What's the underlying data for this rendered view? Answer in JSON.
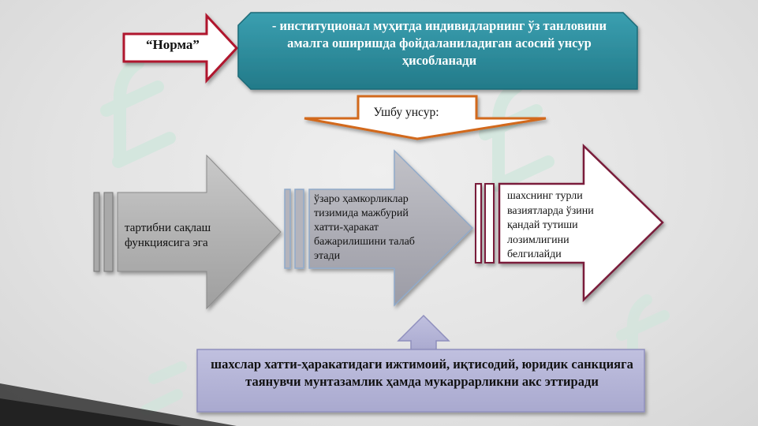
{
  "norm_label": "“Норма”",
  "definition": "- институционал муҳитда индивидларнинг ўз танловини амалга оширишда фойдаланиладиган асосий унсур ҳисобланади",
  "unsur_label": "Ушбу унсур:",
  "arrow_1_text": "тартибни сақлаш функциясига эга",
  "arrow_2_text": "ўзаро ҳамкорликлар тизимида мажбурий хатти-ҳаракат бажарилишини талаб этади",
  "arrow_3_text": "шахснинг турли вазиятларда ўзини қандай тутиши лозимлигини белгилайди",
  "bottom_text": "шахслар хатти-ҳаракатидаги ижтимоий, иқтисодий, юридик санкцияга таянувчи мунтазамлик ҳамда мукаррарликни акс эттиради",
  "colors": {
    "teal_box": "#2f8d9d",
    "red_outline": "#b0172d",
    "orange_outline": "#d2691e",
    "maroon_outline": "#7a1f3a",
    "steel_blue_outline": "#8fa9c9",
    "bottom_box": "#b4b4d6"
  }
}
